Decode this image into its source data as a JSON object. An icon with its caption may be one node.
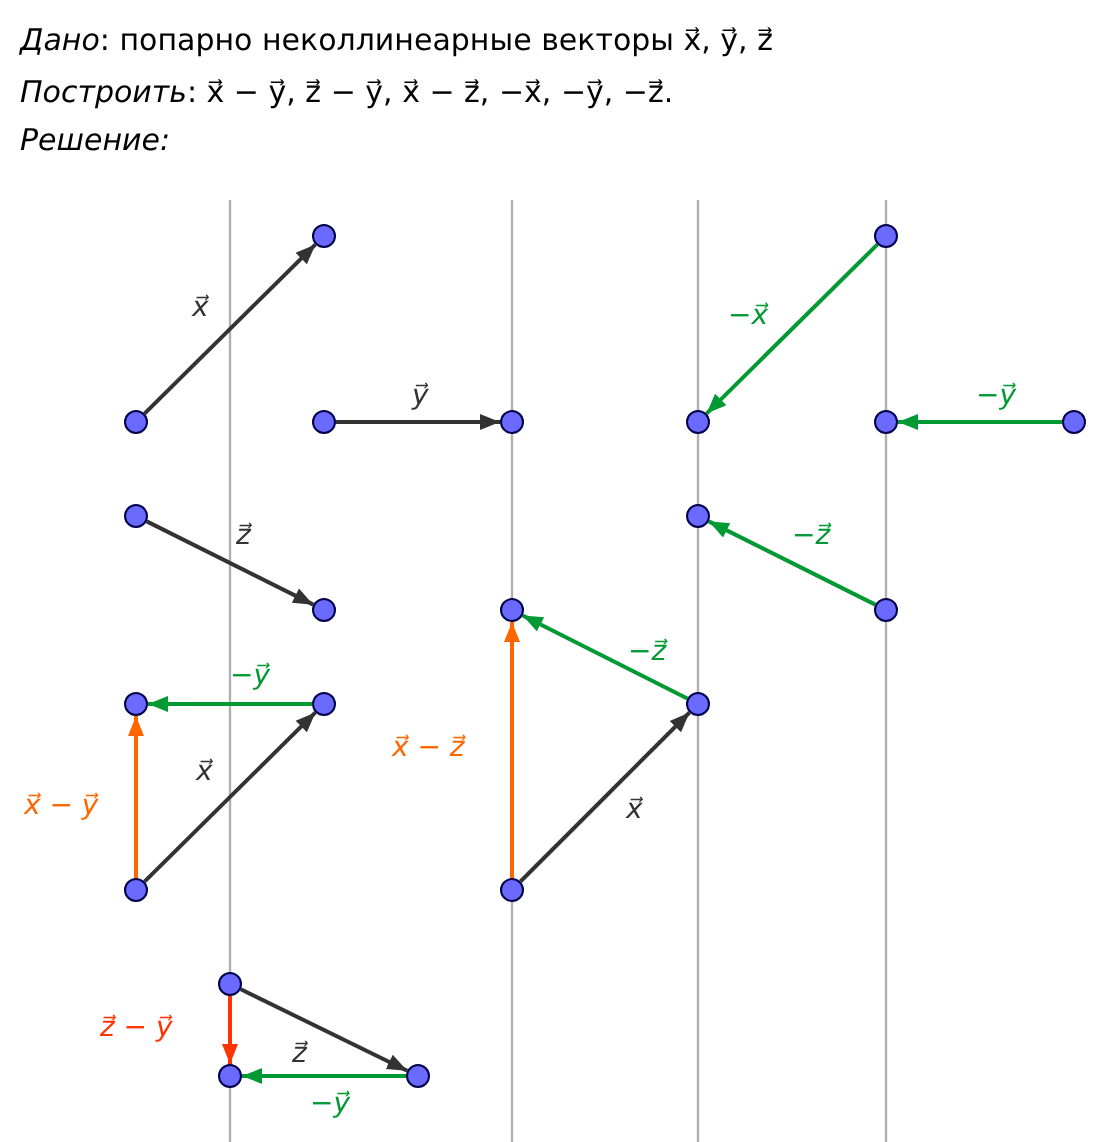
{
  "diagram": {
    "nodes": [
      {
        "text": [],
        "shape": "circle"
      },
      {
        "text": [],
        "shape": "circle"
      },
      {
        "text": [],
        "shape": "circle"
      },
      {
        "text": [],
        "shape": "circle"
      },
      {
        "text": [],
        "shape": "circle"
      },
      {
        "text": [],
        "shape": "circle"
      },
      {
        "text": [],
        "shape": "circle"
      },
      {
        "text": [],
        "shape": "circle"
      },
      {
        "text": [],
        "shape": "circle"
      },
      {
        "text": [],
        "shape": "circle"
      },
      {
        "text": [],
        "shape": "circle"
      },
      {
        "text": [],
        "shape": "circle"
      },
      {
        "text": [],
        "shape": "circle"
      },
      {
        "text": [],
        "shape": "circle"
      },
      {
        "text": [],
        "shape": "circle"
      },
      {
        "text": [],
        "shape": "circle"
      },
      {
        "text": [],
        "shape": "circle"
      },
      {
        "text": [],
        "shape": "circle"
      },
      {
        "text": [],
        "shape": "circle"
      },
      {
        "text": [],
        "shape": "circle"
      },
      {
        "text": [],
        "shape": "circle"
      }
    ],
    "edges": [
      {
        "from": 0,
        "to": 1,
        "arrow": "to",
        "label": "x⃗"
      },
      {
        "from": 2,
        "to": 3,
        "arrow": "to",
        "label": "y⃗"
      },
      {
        "from": 4,
        "to": 5,
        "arrow": "to",
        "label": "−x⃗",
        "color": "#009933"
      },
      {
        "from": 6,
        "to": 7,
        "arrow": "to",
        "label": "−y⃗",
        "color": "#009933"
      },
      {
        "from": 8,
        "to": 9,
        "arrow": "to",
        "label": "z⃗"
      },
      {
        "from": 10,
        "to": 11,
        "arrow": "to",
        "label": "−z⃗",
        "color": "#009933"
      },
      {
        "from": 13,
        "to": 12,
        "arrow": "to",
        "label": "−y⃗",
        "color": "#009933"
      },
      {
        "from": 14,
        "to": 13,
        "arrow": "to",
        "label": "x⃗"
      },
      {
        "from": 14,
        "to": 12,
        "arrow": "to",
        "label": "x⃗ − y⃗",
        "color": "#ff6600"
      },
      {
        "from": 16,
        "to": 15,
        "arrow": "to",
        "label": "−z⃗",
        "color": "#009933"
      },
      {
        "from": 17,
        "to": 15,
        "arrow": "to",
        "label": "x⃗ − z⃗",
        "color": "#ff6600"
      },
      {
        "from": 17,
        "to": 16,
        "arrow": "to",
        "label": "x⃗"
      },
      {
        "from": 18,
        "to": 20,
        "arrow": "to",
        "label": "z⃗ − y⃗",
        "color": "#ff3300"
      },
      {
        "from": 18,
        "to": 19,
        "arrow": "to",
        "label": "z⃗"
      },
      {
        "from": 19,
        "to": 20,
        "arrow": "to",
        "label": "−y⃗",
        "color": "#009933"
      }
    ],
    "labels": [
      "*Дано*: попарно неколлинеарные векторы  x⃗, y⃗, z⃗",
      "*Построить*: x⃗ − y⃗, z⃗ − y⃗, x⃗ − z⃗, −x⃗, −y⃗, −z⃗.",
      "Решение:"
    ]
  }
}
